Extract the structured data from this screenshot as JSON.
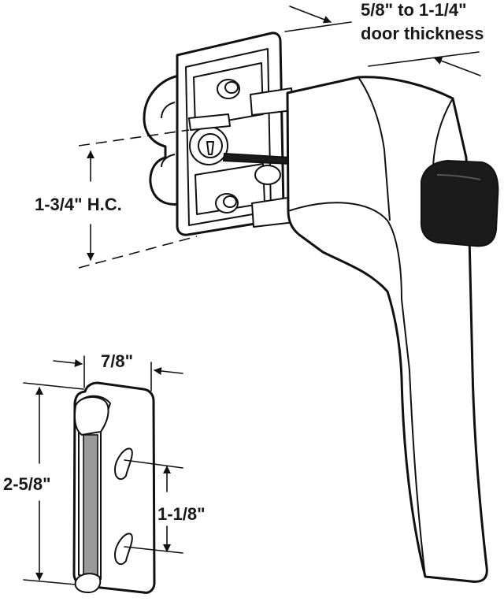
{
  "labels": {
    "door_thickness_line1": "5/8\" to 1-1/4\"",
    "door_thickness_line2": "door thickness",
    "hole_center": "1-3/4\" H.C.",
    "strike_width": "7/8\"",
    "strike_height": "2-5/8\"",
    "slot_spacing": "1-1/8\""
  },
  "colors": {
    "line": "#111111",
    "background": "#ffffff",
    "push_button": "#1b1b1b",
    "strike_insert": "#9a9a9a"
  }
}
